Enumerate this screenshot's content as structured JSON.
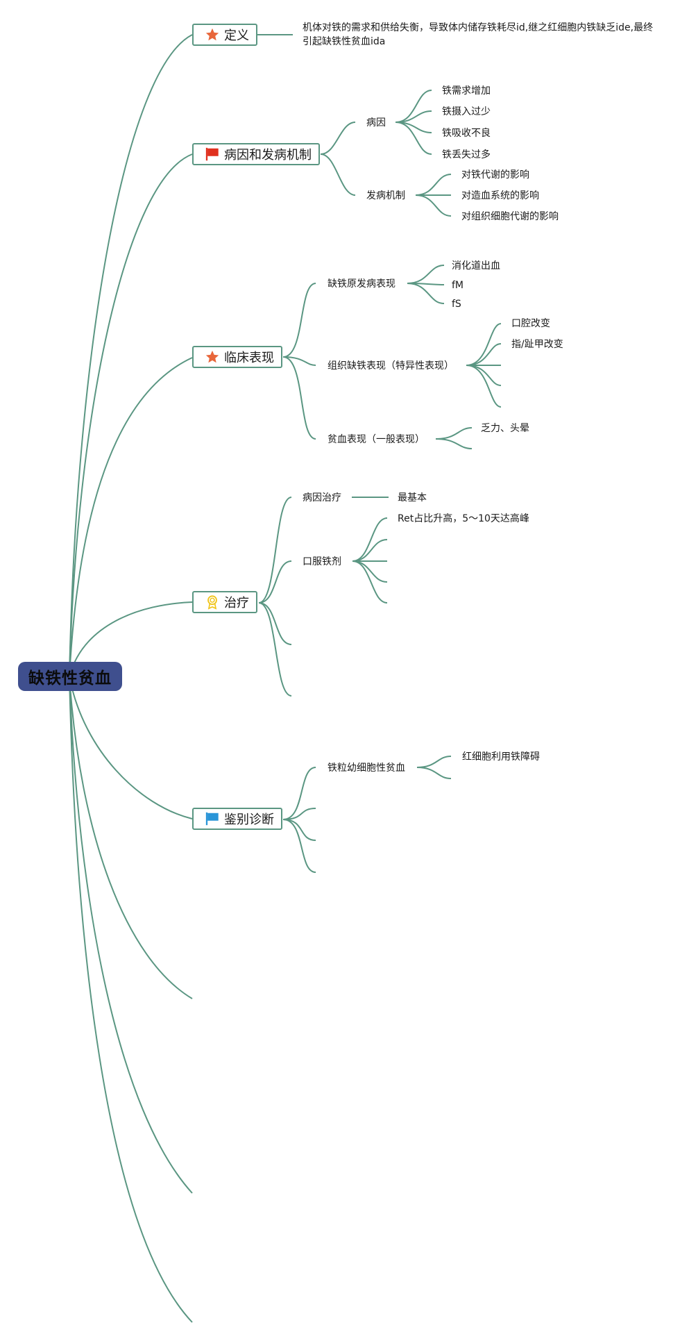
{
  "central": "缺铁性贫血",
  "definition": {
    "label": "定义",
    "icon": "star-icon",
    "text": "机体对铁的需求和供给失衡，导致体内储存铁耗尽id,继之红细胞内铁缺乏ide,最终引起缺铁性贫血ida"
  },
  "pathogenesis": {
    "label": "病因和发病机制",
    "icon": "red-flag-icon",
    "cause": {
      "label": "病因",
      "items": [
        "铁需求增加",
        "铁摄入过少",
        "铁吸收不良",
        "铁丢失过多"
      ]
    },
    "mechanism": {
      "label": "发病机制",
      "items": [
        "对铁代谢的影响",
        "对造血系统的影响",
        "对组织细胞代谢的影响"
      ]
    }
  },
  "clinical": {
    "label": "临床表现",
    "icon": "star-icon",
    "primary": {
      "label": "缺铁原发病表现",
      "items": [
        "消化道出血",
        "fM",
        "fS"
      ]
    },
    "tissue": {
      "label": "组织缺铁表现（特异性表现）",
      "items": [
        "口腔改变",
        "指/趾甲改变"
      ]
    },
    "anemia": {
      "label": "贫血表现（一般表现）",
      "items": [
        "乏力、头晕"
      ]
    }
  },
  "treatment": {
    "label": "治疗",
    "icon": "award-icon",
    "cause_treatment": {
      "label": "病因治疗",
      "note": "最基本"
    },
    "oral_iron": {
      "label": "口服铁剂",
      "items": [
        "Ret占比升高，5～10天达高峰"
      ]
    }
  },
  "differential": {
    "label": "鉴别诊断",
    "icon": "blue-flag-icon",
    "sideroblastic": {
      "label": "铁粒幼细胞性贫血",
      "items": [
        "红细胞利用铁障碍"
      ]
    }
  },
  "colors": {
    "central_fill": "#3f4f8e",
    "line": "#5a9682",
    "star": "#e8663a",
    "red_flag": "#e0301e",
    "blue_flag": "#2a95d8",
    "award": "#f0c419"
  }
}
